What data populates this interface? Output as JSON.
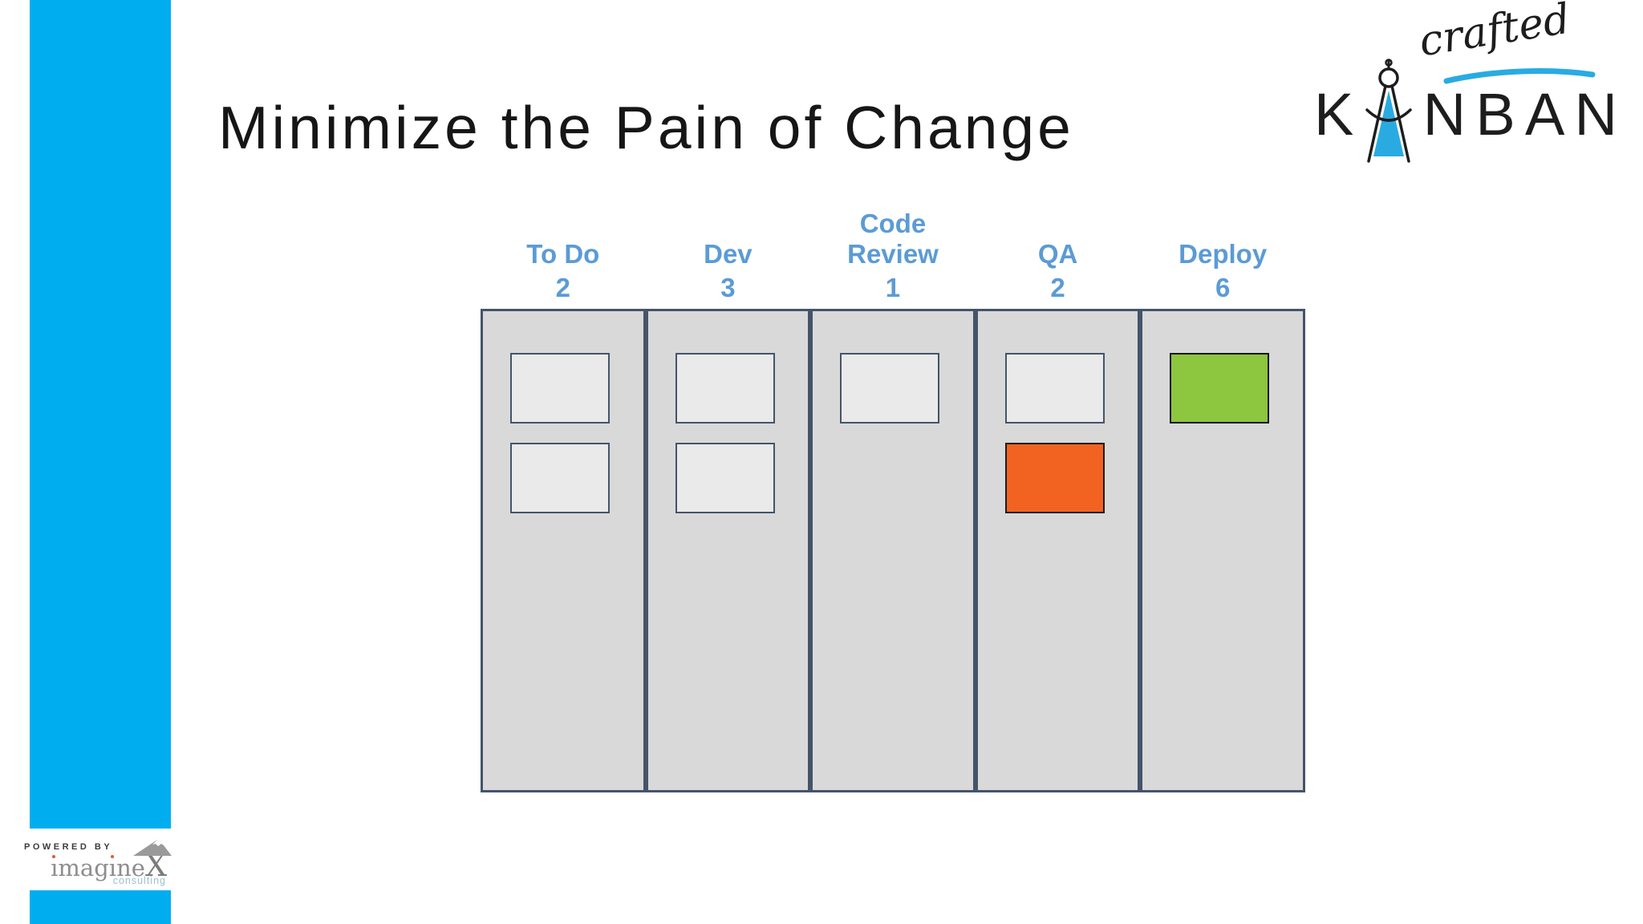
{
  "title": "Minimize the Pain of Change",
  "brand_logo": {
    "script_text": "crafted",
    "word_before_compass": "K",
    "word_after_compass": [
      "N",
      "B",
      "A",
      "N"
    ]
  },
  "board": {
    "columns": [
      {
        "name": "To Do",
        "wip": "2",
        "cards": [
          "gray",
          "gray"
        ]
      },
      {
        "name": "Dev",
        "wip": "3",
        "cards": [
          "gray",
          "gray"
        ]
      },
      {
        "name": "Code\nReview",
        "wip": "1",
        "cards": [
          "gray"
        ]
      },
      {
        "name": "QA",
        "wip": "2",
        "cards": [
          "gray",
          "orange"
        ]
      },
      {
        "name": "Deploy",
        "wip": "6",
        "cards": [
          "green"
        ]
      }
    ]
  },
  "powered_by": {
    "label": "POWERED BY",
    "brand": "imagineX",
    "sub": "consulting"
  },
  "colors": {
    "accent_bar": "#00AEEF",
    "header_text": "#5B9BD5",
    "column_bg": "#D9D9D9",
    "column_border": "#44546A",
    "card_gray": "#EAEAEA",
    "card_gray_border": "#44546A",
    "card_orange": "#F26322",
    "card_green": "#8DC63F",
    "card_accent_border": "#1a1a1a",
    "swoosh": "#29ABE2",
    "compass_fill": "#29ABE2"
  }
}
